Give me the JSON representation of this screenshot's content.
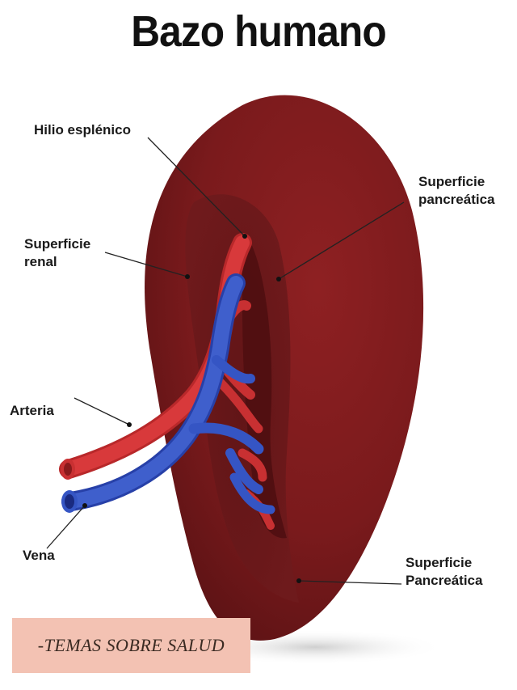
{
  "title": "Bazo humano",
  "labels": {
    "hilio": "Hilio esplénico",
    "superficie_renal": "Superficie\nrenal",
    "superficie_pancreatica_top": "Superficie\npancreática",
    "arteria": "Arteria",
    "vena": "Vena",
    "superficie_pancreatica_bottom": "Superficie\nPancreática"
  },
  "watermark": "-TEMAS SOBRE SALUD",
  "colors": {
    "spleen": "#7a1a1c",
    "spleen_dark": "#5a1214",
    "artery": "#d23a3c",
    "vein": "#2f4fbf",
    "watermark_bg": "#f3c2b3"
  }
}
